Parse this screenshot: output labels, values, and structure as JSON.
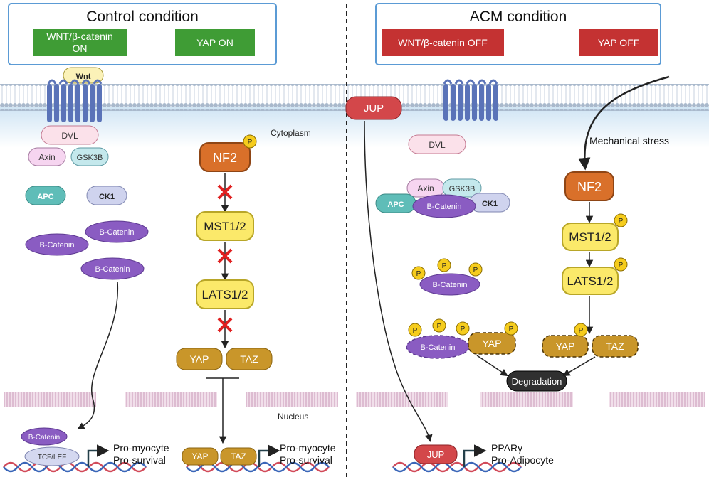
{
  "colors": {
    "green": "#3f9c35",
    "red": "#c43232",
    "panel_border": "#5b9bd5",
    "membrane": "#b9c7d8",
    "cytoplasm": "#dfeef8",
    "receptor": "#5a73b8",
    "nf2": "#d9702a",
    "hippo_yellow": "#fbe96a",
    "yap_gold": "#c9962a",
    "catenin_purple": "#8a5cc2",
    "apc_teal": "#5fbdb8",
    "ck1_lavender": "#b7bde3",
    "dvl_pink": "#fbe1ea",
    "axin_pink": "#f6d5f0",
    "gsk_blue": "#c4e8ec",
    "wnt_yellow": "#fbf2b8",
    "jup_red": "#d3474a",
    "phospho_yellow": "#f5cc1d",
    "dna_red": "#d24b5a",
    "dna_blue": "#3a66b8",
    "nuclear_envelope": "#e7cfe0",
    "degradation": "#303030",
    "red_x": "#e02020"
  },
  "left": {
    "title": "Control condition",
    "wnt_status": "WNT/β-catenin ON",
    "yap_status": "YAP ON",
    "ligand": "Wnt",
    "dvl": "DVL",
    "axin": "Axin",
    "gsk3b": "GSK3B",
    "apc": "APC",
    "ck1": "CK1",
    "b_catenin": "B-Catenin",
    "nf2": "NF2",
    "mst": "MST1/2",
    "lats": "LATS1/2",
    "yap": "YAP",
    "taz": "TAZ",
    "tcf_lef": "TCF/LEF",
    "output_line1": "Pro-myocyte",
    "output_line2": "Pro-survival",
    "cytoplasm": "Cytoplasm",
    "nucleus": "Nucleus"
  },
  "right": {
    "title": "ACM condition",
    "wnt_status": "WNT/β-catenin OFF",
    "yap_status": "YAP OFF",
    "jup": "JUP",
    "dvl": "DVL",
    "axin": "Axin",
    "gsk3b": "GSK3B",
    "apc": "APC",
    "b_catenin": "B-Catenin",
    "ck1": "CK1",
    "mechanical_stress": "Mechanical stress",
    "nf2": "NF2",
    "mst": "MST1/2",
    "lats": "LATS1/2",
    "yap": "YAP",
    "taz": "TAZ",
    "degradation": "Degradation",
    "output_line1": "PPARγ",
    "output_line2": "Pro-Adipocyte"
  },
  "phospho": "P",
  "icons": [
    "red-x-icon",
    "arrow-icon",
    "inhibition-bar-icon",
    "dna-helix-icon",
    "promoter-arrow-icon",
    "phosphate-icon",
    "receptor-icon"
  ]
}
